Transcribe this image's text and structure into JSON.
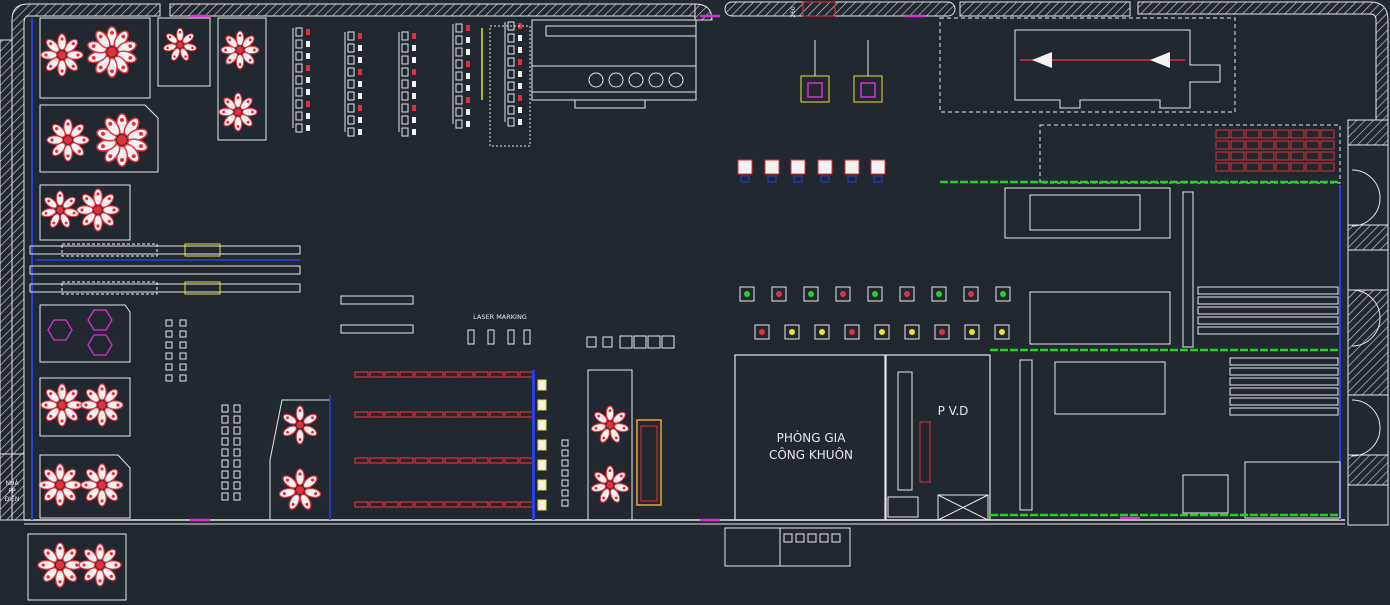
{
  "drawing": {
    "room_mold_line1": "PHÒNG GIA",
    "room_mold_line2": "CÔNG KHUÔN",
    "room_pvd": "P V.D",
    "laser_marking": "LASER MARKING",
    "power_house_line1": "NHÀ",
    "power_house_line2": "PP",
    "power_house_line3": "ĐIỆN",
    "top_dim": "260"
  },
  "colors": {
    "background": "#212830",
    "linework": "#e6e6e6",
    "machine_red": "#e0303a",
    "machine_white": "#f2f2f2",
    "magenta": "#d631d6",
    "conveyor_green": "#22d322",
    "blue_wall": "#2a3fe0",
    "yellow": "#f0e030",
    "pink": "#e060b0"
  }
}
